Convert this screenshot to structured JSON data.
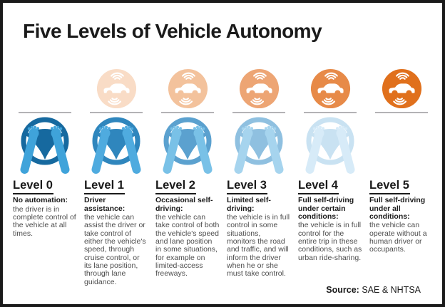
{
  "title": "Five Levels of Vehicle Autonomy",
  "source": {
    "label": "Source:",
    "value": "SAE & NHTSA"
  },
  "palette": {
    "border": "#1a1a1a",
    "divider": "#b3b2b5",
    "text_dark": "#1a1a1a",
    "text_body": "#4d4d4d",
    "car_glyph": "#ffffff"
  },
  "icons": {
    "badge": "car-with-wifi-signals-icon",
    "wheel": "steering-wheel-with-hands-icon"
  },
  "levels": [
    {
      "heading": "Level 0",
      "lead": "No automation:",
      "desc": "the driver is in complete control of the vehicle at all times.",
      "show_car": false,
      "show_wheel": true,
      "colors": {
        "circle": "",
        "wheel": "#16699f",
        "arms": "#3fa3da"
      }
    },
    {
      "heading": "Level 1",
      "lead": "Driver assistance:",
      "desc": "the vehicle can assist the driver or take control of either the vehicle's speed, through cruise control, or its lane position, through lane guidance.",
      "show_car": true,
      "show_wheel": true,
      "colors": {
        "circle": "#f9dcc6",
        "wheel": "#2f86bd",
        "arms": "#4fabdf"
      }
    },
    {
      "heading": "Level 2",
      "lead": "Occasional self-driving:",
      "desc": "the vehicle can take control of both the vehicle's speed and lane position in some situations, for example on limited-access freeways.",
      "show_car": true,
      "show_wheel": true,
      "colors": {
        "circle": "#f3c29c",
        "wheel": "#5ba1cf",
        "arms": "#79c1e7"
      }
    },
    {
      "heading": "Level 3",
      "lead": "Limited self-driving:",
      "desc": "the vehicle is in full control in some situations, monitors the road and traffic, and will inform the driver when he or she must take control.",
      "show_car": true,
      "show_wheel": true,
      "colors": {
        "circle": "#eda574",
        "wheel": "#8fc0e0",
        "arms": "#a6d4ee"
      }
    },
    {
      "heading": "Level 4",
      "lead": "Full self-driving under certain conditions:",
      "desc": "the vehicle is in full control for the entire trip in these conditions, such as urban ride-sharing.",
      "show_car": true,
      "show_wheel": true,
      "colors": {
        "circle": "#e78a48",
        "wheel": "#c9e2f2",
        "arms": "#d7ebf8"
      }
    },
    {
      "heading": "Level 5",
      "lead": "Full self-driving under all conditions:",
      "desc": "the vehicle can operate without a human driver or occupants.",
      "show_car": true,
      "show_wheel": false,
      "colors": {
        "circle": "#e0701c",
        "wheel": "",
        "arms": ""
      }
    }
  ]
}
